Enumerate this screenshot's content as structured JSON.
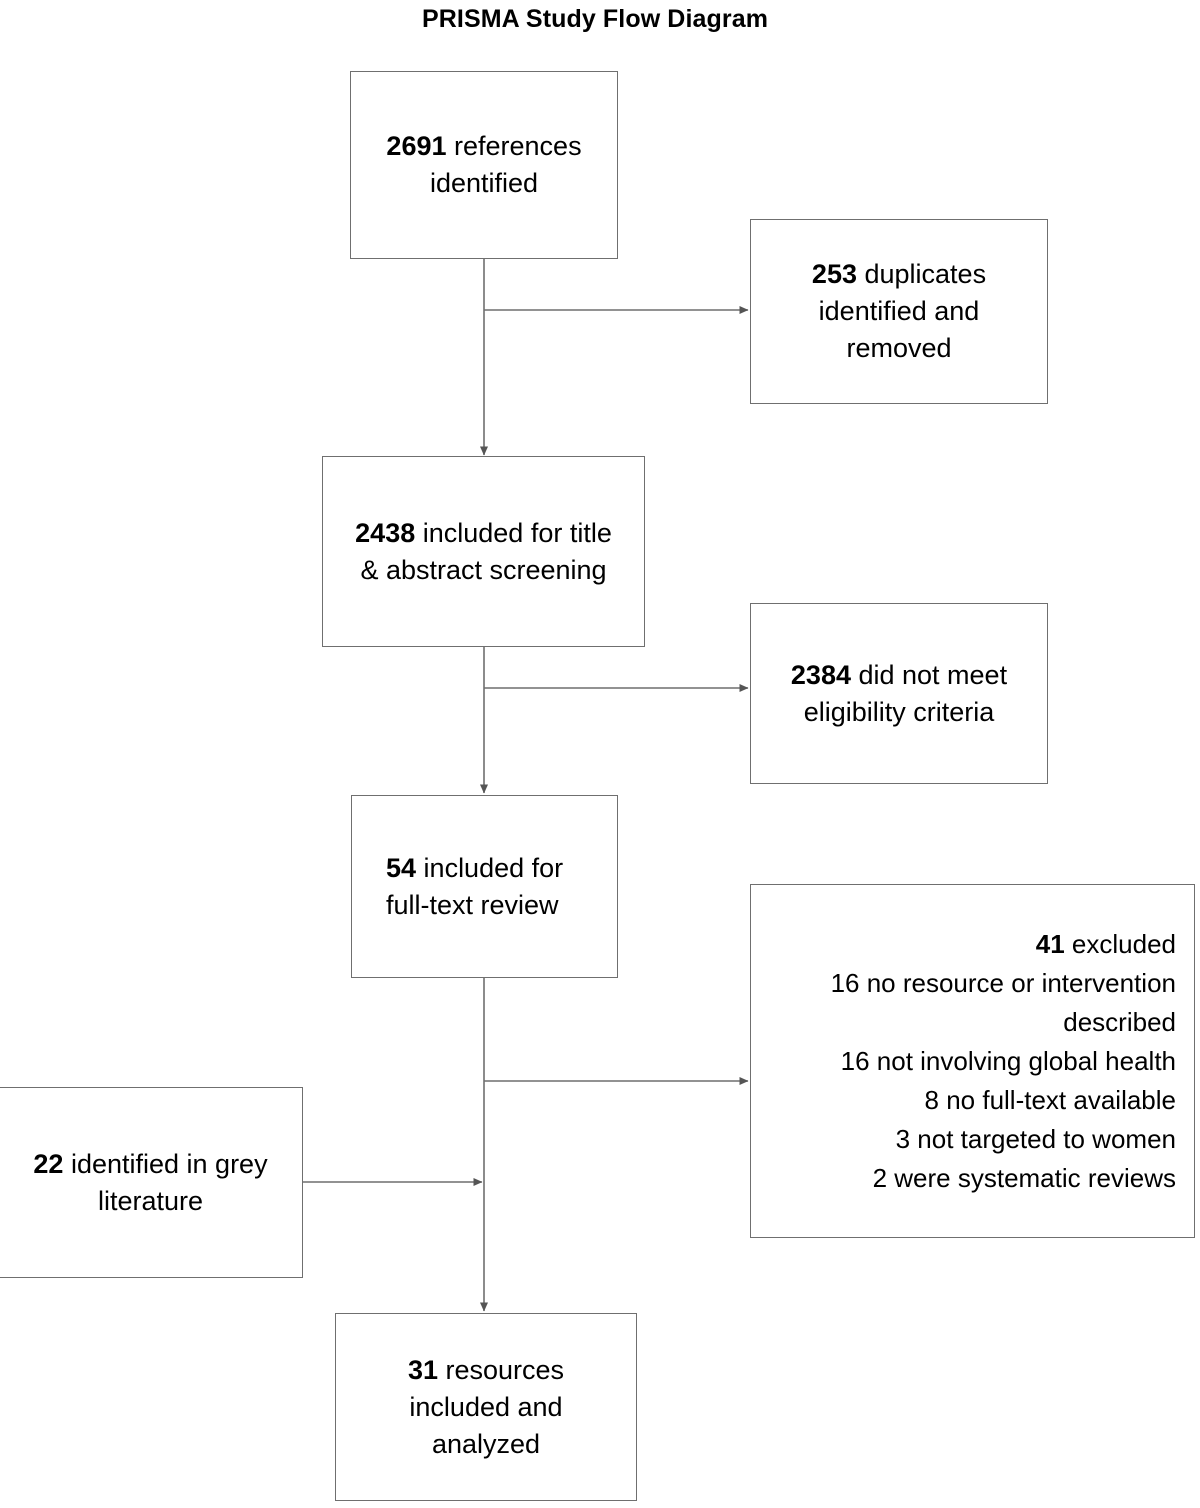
{
  "title": "PRISMA Study Flow Diagram",
  "diagram": {
    "type": "prisma-flow",
    "boxes": {
      "references": {
        "count": "2691",
        "label": " references",
        "line2": "identified",
        "full_text": "2691 references identified"
      },
      "duplicates": {
        "count": "253",
        "label": " duplicates",
        "line2": "identified and",
        "line3": "removed",
        "full_text": "253 duplicates identified and removed"
      },
      "title_abstract": {
        "count": "2438",
        "label": " included for title",
        "line2": "& abstract screening",
        "full_text": "2438 included for title & abstract screening"
      },
      "ineligible": {
        "count": "2384",
        "label": " did not meet",
        "line2": "eligibility criteria",
        "full_text": "2384 did not meet eligibility criteria"
      },
      "fulltext": {
        "count": "54",
        "label": " included for",
        "line2": "full-text review",
        "full_text": "54 included for full-text review"
      },
      "excluded": {
        "count": "41",
        "label": " excluded",
        "reasons": [
          "16 no resource or intervention",
          "described",
          "16 not involving global health",
          "8 no full-text available",
          "3 not targeted to women",
          "2 were systematic reviews"
        ],
        "full_text": "41 excluded; 16 no resource or intervention described; 16 not involving global health; 8 no full-text available; 3 not targeted to women; 2 were systematic reviews"
      },
      "grey_literature": {
        "count": "22",
        "label": " identified in grey",
        "line2": "literature",
        "full_text": "22 identified in grey literature"
      },
      "included": {
        "count": "31",
        "label": " resources",
        "line2": "included and",
        "line3": "analyzed",
        "full_text": "31 resources included and analyzed"
      }
    },
    "colors": {
      "box_border": "#6f6f6f",
      "connector": "#6f6f6f",
      "text": "#000000",
      "background": "#ffffff"
    },
    "connectors": [
      {
        "name": "references-to-duplicates",
        "from": "references",
        "to": "duplicates",
        "direction": "right"
      },
      {
        "name": "references-to-title-abstract",
        "from": "references",
        "to": "title_abstract",
        "direction": "down"
      },
      {
        "name": "title-abstract-to-ineligible",
        "from": "title_abstract",
        "to": "ineligible",
        "direction": "right"
      },
      {
        "name": "title-abstract-to-fulltext",
        "from": "title_abstract",
        "to": "fulltext",
        "direction": "down"
      },
      {
        "name": "fulltext-to-excluded",
        "from": "fulltext",
        "to": "excluded",
        "direction": "right"
      },
      {
        "name": "grey-literature-to-spine",
        "from": "grey_literature",
        "to": "included",
        "direction": "right"
      },
      {
        "name": "fulltext-to-included",
        "from": "fulltext",
        "to": "included",
        "direction": "down"
      }
    ]
  }
}
